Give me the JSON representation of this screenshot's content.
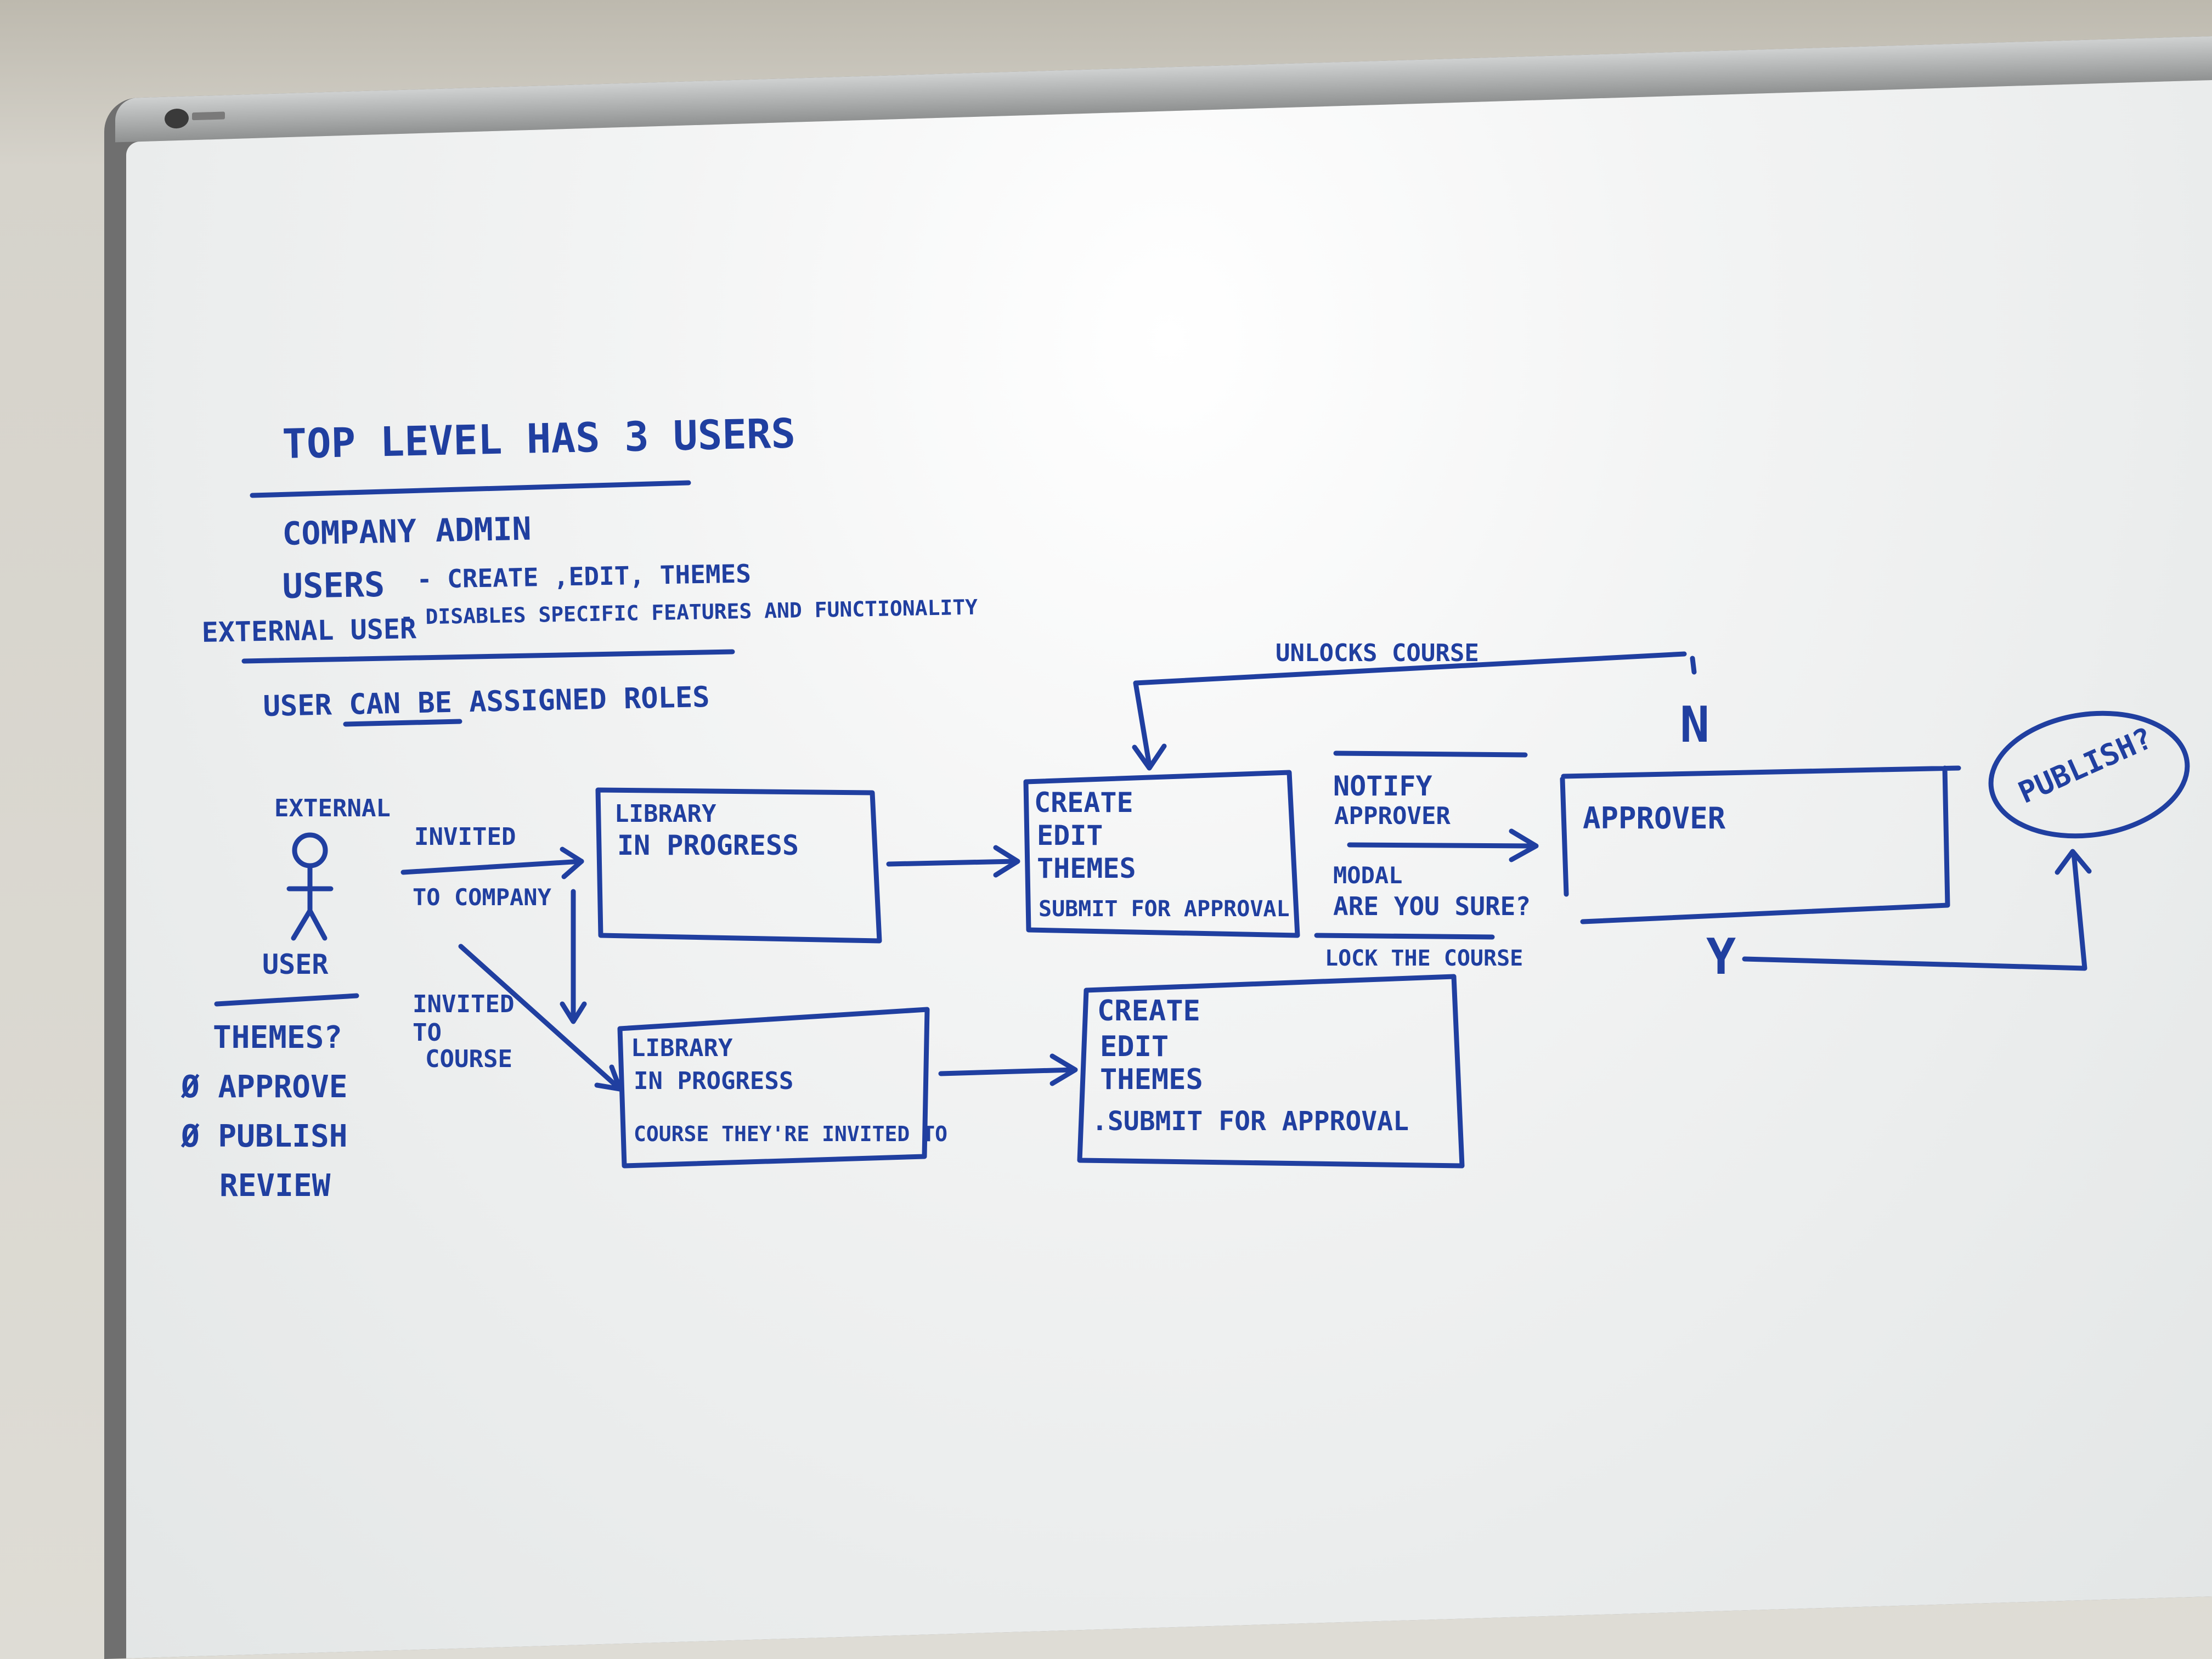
{
  "title": "TOP LEVEL HAS 3 USERS",
  "user_types": {
    "company_admin": "COMPANY ADMIN",
    "users": "USERS",
    "users_note": "- CREATE ,EDIT, THEMES",
    "external_user": "EXTERNAL USER",
    "external_note": "- DISABLES SPECIFIC FEATURES AND FUNCTIONALITY"
  },
  "roles_note": "USER CAN BE ASSIGNED ROLES",
  "actor": {
    "top_label": "EXTERNAL",
    "bottom_label": "USER",
    "perms": [
      "THEMES?",
      "Ø APPROVE",
      "Ø PUBLISH",
      "REVIEW"
    ]
  },
  "edges": {
    "invited_company_1": "INVITED",
    "invited_company_2": "TO COMPANY",
    "invited_course_1": "INVITED",
    "invited_course_2": "TO",
    "invited_course_3": "COURSE",
    "unlocks": "UNLOCKS COURSE",
    "notify_1": "NOTIFY",
    "notify_2": "APPROVER",
    "modal_1": "MODAL",
    "modal_2": "ARE YOU SURE?",
    "lock": "LOCK THE COURSE",
    "no": "N",
    "yes": "Y"
  },
  "boxes": {
    "library_top": [
      "LIBRARY",
      "IN PROGRESS"
    ],
    "library_bottom": [
      "LIBRARY",
      "IN PROGRESS",
      "COURSE THEY'RE INVITED TO"
    ],
    "create_top": [
      "CREATE",
      "EDIT",
      "THEMES",
      "SUBMIT FOR APPROVAL"
    ],
    "create_bottom": [
      "CREATE",
      "EDIT",
      "THEMES",
      ".SUBMIT FOR APPROVAL"
    ],
    "approver": "APPROVER"
  },
  "publish": "PUBLISH?",
  "colors": {
    "ink": "#203fa0",
    "board": "#f3f4f4",
    "frame": "#6f6f6f"
  }
}
